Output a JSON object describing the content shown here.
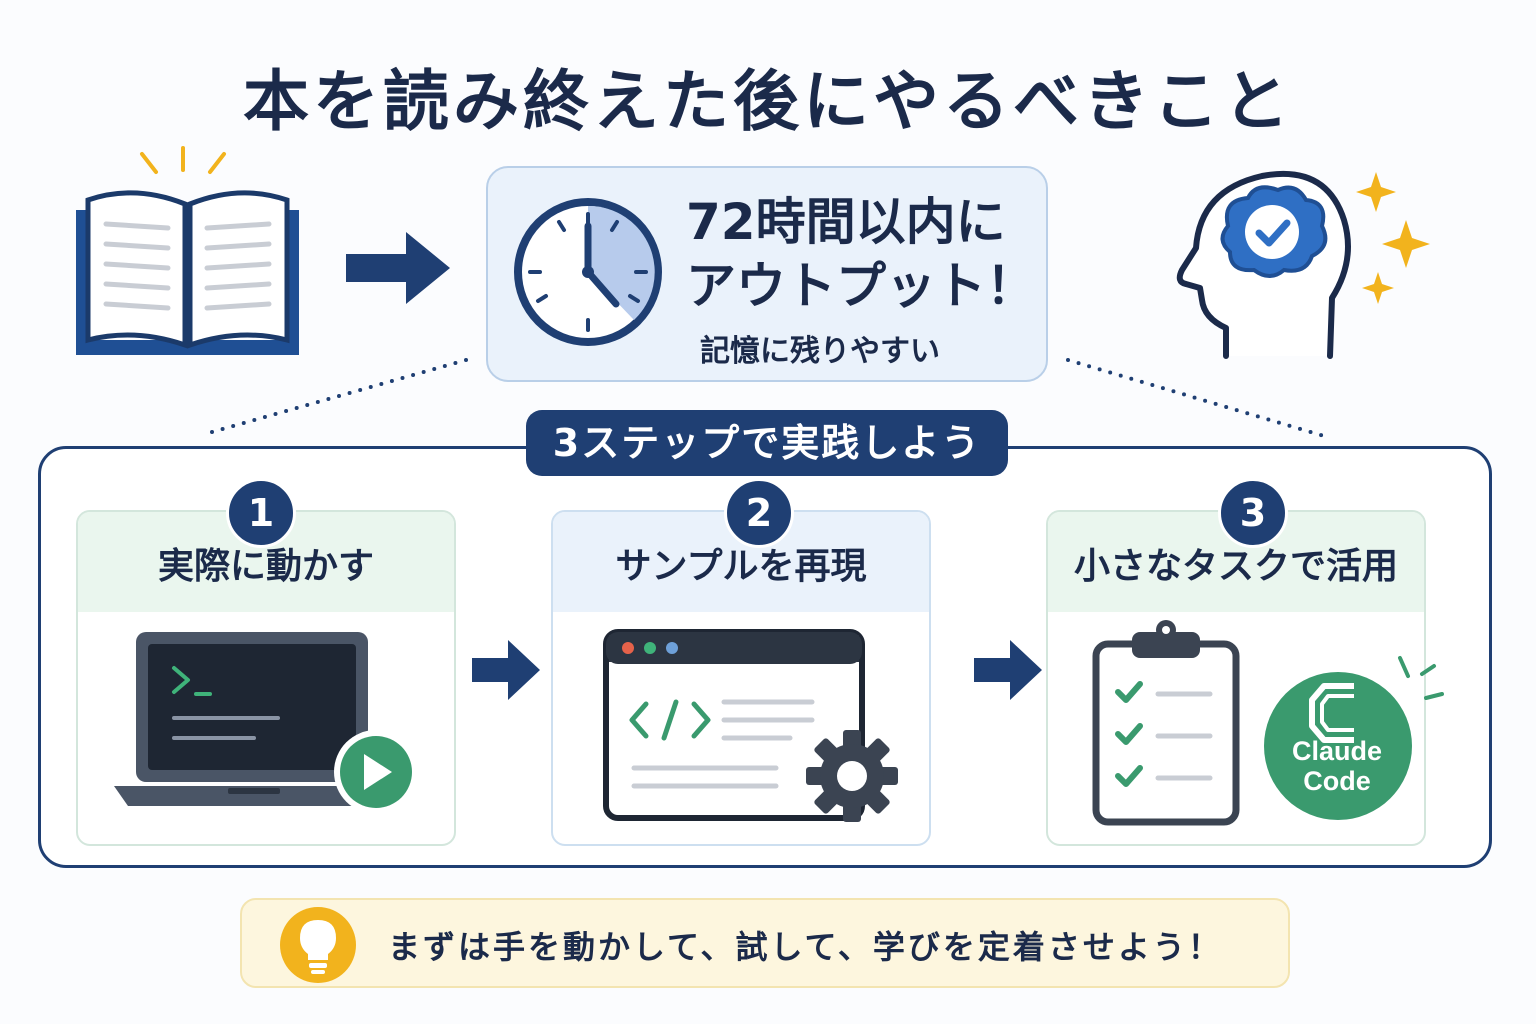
{
  "title": "本を読み終えた後にやるべきこと",
  "output": {
    "headline_line1": "72時間以内に",
    "headline_line2": "アウトプット！",
    "subtext": "記憶に残りやすい"
  },
  "steps_banner": "3ステップで実践しよう",
  "steps": [
    {
      "number": "1",
      "label": "実際に動かす",
      "icon": "laptop-terminal-play-icon"
    },
    {
      "number": "2",
      "label": "サンプルを再現",
      "icon": "code-window-gear-icon"
    },
    {
      "number": "3",
      "label": "小さなタスクで活用",
      "icon": "clipboard-checklist-icon"
    }
  ],
  "claude_badge": {
    "line1": "Claude",
    "line2": "Code"
  },
  "tip": {
    "text": "まずは手を動かして、試して、学びを定着させよう！",
    "icon": "lightbulb-icon"
  },
  "colors": {
    "navy": "#1f3f73",
    "dark_text": "#1b2a4a",
    "green": "#3a9a6e",
    "light_blue": "#eaf2fb",
    "light_green": "#eaf6ee",
    "gold": "#f2b31d",
    "tip_bg": "#fdf6de"
  }
}
